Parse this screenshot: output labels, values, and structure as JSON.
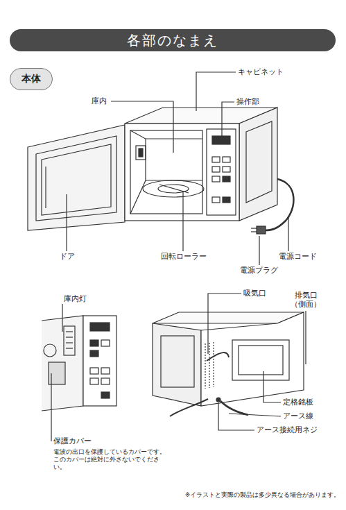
{
  "diagram": {
    "title": "各部のなまえ",
    "nodes": [
      {
        "text": [
          "本体"
        ]
      }
    ],
    "labels": [
      "キャビネット",
      "庫内",
      "操作部",
      "ドア",
      "回転ローラー",
      "電源コード",
      "電源プラグ",
      "吸気口",
      "庫内灯",
      "排気口 （側面）",
      "定格銘板",
      "アース線",
      "アース接続用ネジ",
      "保護カバー",
      "電波の出口を保護しているカバーです。 このカバーは絶対に外さないでください。",
      "※イラストと実際の製品は多少異なる場合があります。"
    ]
  }
}
